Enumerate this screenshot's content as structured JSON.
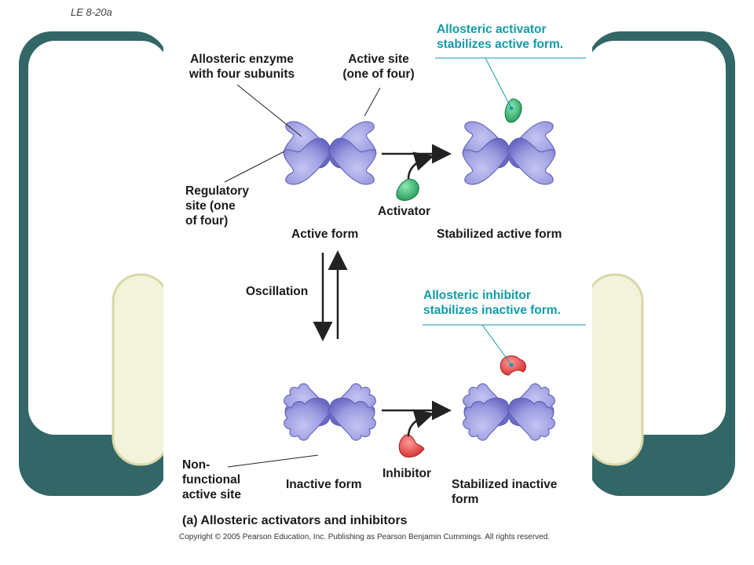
{
  "slide_id": "LE 8-20a",
  "labels": {
    "allosteric_enzyme": [
      "Allosteric enzyme",
      "with four subunits"
    ],
    "active_site": [
      "Active site",
      "(one of four)"
    ],
    "regulatory_site": [
      "Regulatory",
      "site (one",
      "of four)"
    ],
    "active_form": "Active form",
    "activator": "Activator",
    "stabilized_active_form": "Stabilized active form",
    "oscillation": "Oscillation",
    "non_functional_active_site": [
      "Non-",
      "functional",
      "active site"
    ],
    "inactive_form": "Inactive form",
    "inhibitor": "Inhibitor",
    "stabilized_inactive_form": [
      "Stabilized inactive",
      "form"
    ]
  },
  "callouts": {
    "activator_note": [
      "Allosteric activator",
      "stabilizes active form."
    ],
    "inhibitor_note": [
      "Allosteric inhibitor",
      "stabilizes inactive form."
    ]
  },
  "caption": "(a) Allosteric activators and inhibitors",
  "copyright": "Copyright © 2005 Pearson Education, Inc. Publishing as Pearson Benjamin Cummings. All rights reserved.",
  "colors": {
    "frame_dark": "#336666",
    "frame_light": "#f3f3dc",
    "frame_light_border": "#d8d8a8",
    "enzyme_fill": "#9b9be0",
    "enzyme_shadow": "#6e6ec8",
    "activator": "#2bb36b",
    "inhibitor": "#e84a4a",
    "callout": "#129aa8"
  }
}
